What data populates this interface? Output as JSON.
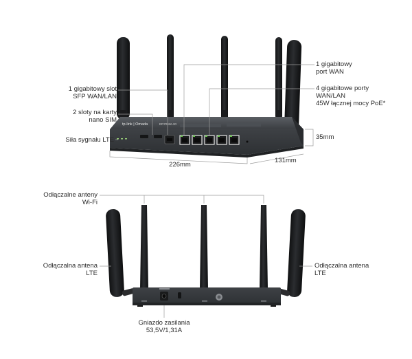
{
  "top_view": {
    "labels": {
      "sfp_slot": [
        "1 gigabitowy slot",
        "SFP WAN/LAN"
      ],
      "nano_sim": [
        "2 sloty na karty",
        "nano SIM"
      ],
      "lte_signal": "Siła sygnału LTE",
      "gigabit_wan": [
        "1 gigabitowy",
        "port WAN"
      ],
      "gigabit_lan": [
        "4 gigabitowe porty",
        "WAN/LAN",
        "45W łącznej mocy PoE*"
      ]
    },
    "dimensions": {
      "height": "35mm",
      "width": "226mm",
      "depth": "131mm"
    },
    "device_branding": "tp-link | Omada",
    "device_model": "ER706W-4G"
  },
  "rear_view": {
    "labels": {
      "wifi_antennas": [
        "Odłączalne anteny",
        "Wi-Fi"
      ],
      "lte_antenna_left": [
        "Odłączalna antena",
        "LTE"
      ],
      "lte_antenna_right": [
        "Odłączalna antena",
        "LTE"
      ],
      "power_jack": [
        "Gniazdo zasilania",
        "53,5V/1,31A"
      ]
    }
  },
  "colors": {
    "label_text": "#2b2b2b",
    "leader_line": "#9a9a9a",
    "device_body": "#3a3d40",
    "antenna": "#1c1d1f",
    "port_led_green": "#66c24a"
  }
}
